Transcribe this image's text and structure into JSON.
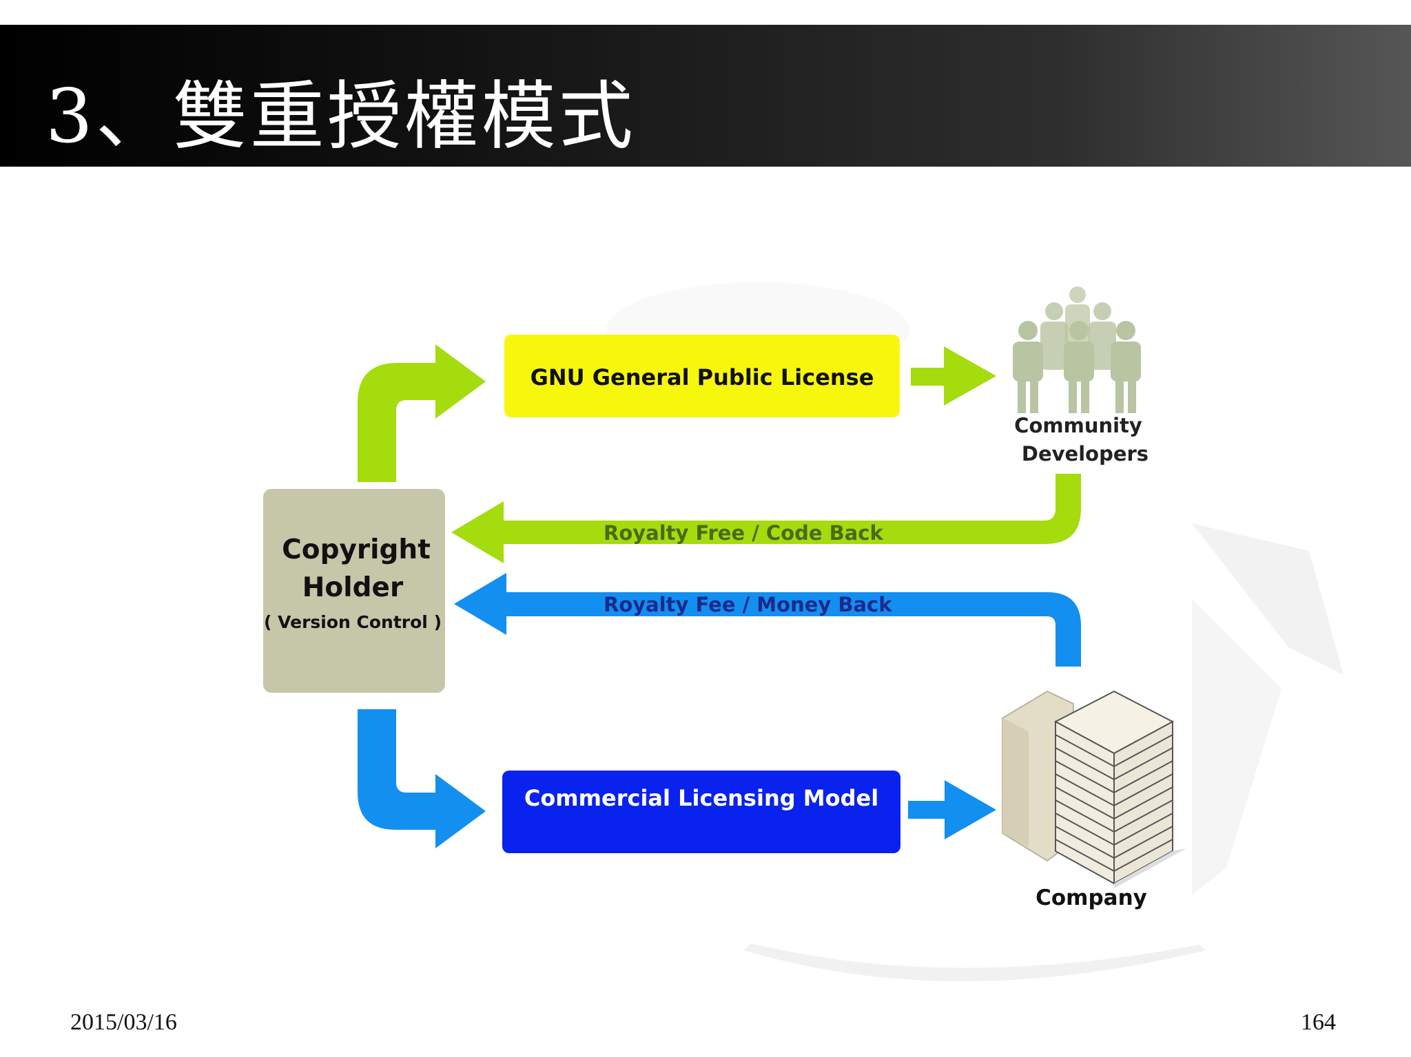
{
  "slide": {
    "title": "3、雙重授權模式",
    "date": "2015/03/16",
    "page_number": "164"
  },
  "diagram": {
    "copyright_holder": {
      "line1": "Copyright",
      "line2": "Holder",
      "sub": "( Version Control )"
    },
    "gpl_box": {
      "label": "GNU General Public License"
    },
    "commercial_box": {
      "label": "Commercial Licensing Model"
    },
    "community": {
      "line1": "Community",
      "line2": "Developers"
    },
    "company": {
      "label": "Company"
    },
    "flow_free": {
      "label": "Royalty Free / Code Back"
    },
    "flow_fee": {
      "label": "Royalty Fee / Money Back"
    }
  },
  "colors": {
    "green": "#a4dc0e",
    "yellow": "#f7f70e",
    "blue": "#138ff0",
    "dark_blue": "#0a22ee",
    "holder_box": "#c6c6a8",
    "people": "#b8c4a2",
    "building": "#efeadb"
  }
}
